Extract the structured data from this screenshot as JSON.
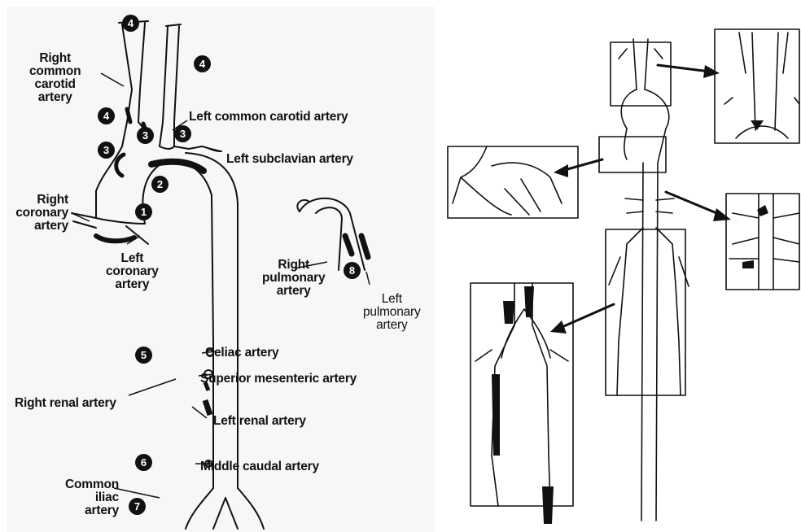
{
  "left_panel": {
    "labels": {
      "right_common_carotid": [
        "Right",
        "common",
        "carotid",
        "artery"
      ],
      "left_common_carotid": "Left common carotid artery",
      "left_subclavian": "Left subclavian artery",
      "right_coronary": [
        "Right",
        "coronary",
        "artery"
      ],
      "left_coronary": [
        "Left",
        "coronary",
        "artery"
      ],
      "right_pulmonary": [
        "Right",
        "pulmonary",
        "artery"
      ],
      "left_pulmonary": [
        "Left",
        "pulmonary",
        "artery"
      ],
      "celiac": "Celiac artery",
      "superior_mesenteric": "Superior mesenteric artery",
      "right_renal": "Right renal artery",
      "left_renal": "Left renal artery",
      "middle_caudal": "Middle caudal artery",
      "common_iliac": [
        "Common",
        "iliac",
        "artery"
      ]
    },
    "badges": [
      "4",
      "4",
      "4",
      "3",
      "3",
      "3",
      "2",
      "1",
      "8",
      "5",
      "6",
      "7"
    ]
  },
  "colors": {
    "ink": "#111111",
    "background": "#ffffff",
    "panel_bg": "#f7f7f7"
  }
}
